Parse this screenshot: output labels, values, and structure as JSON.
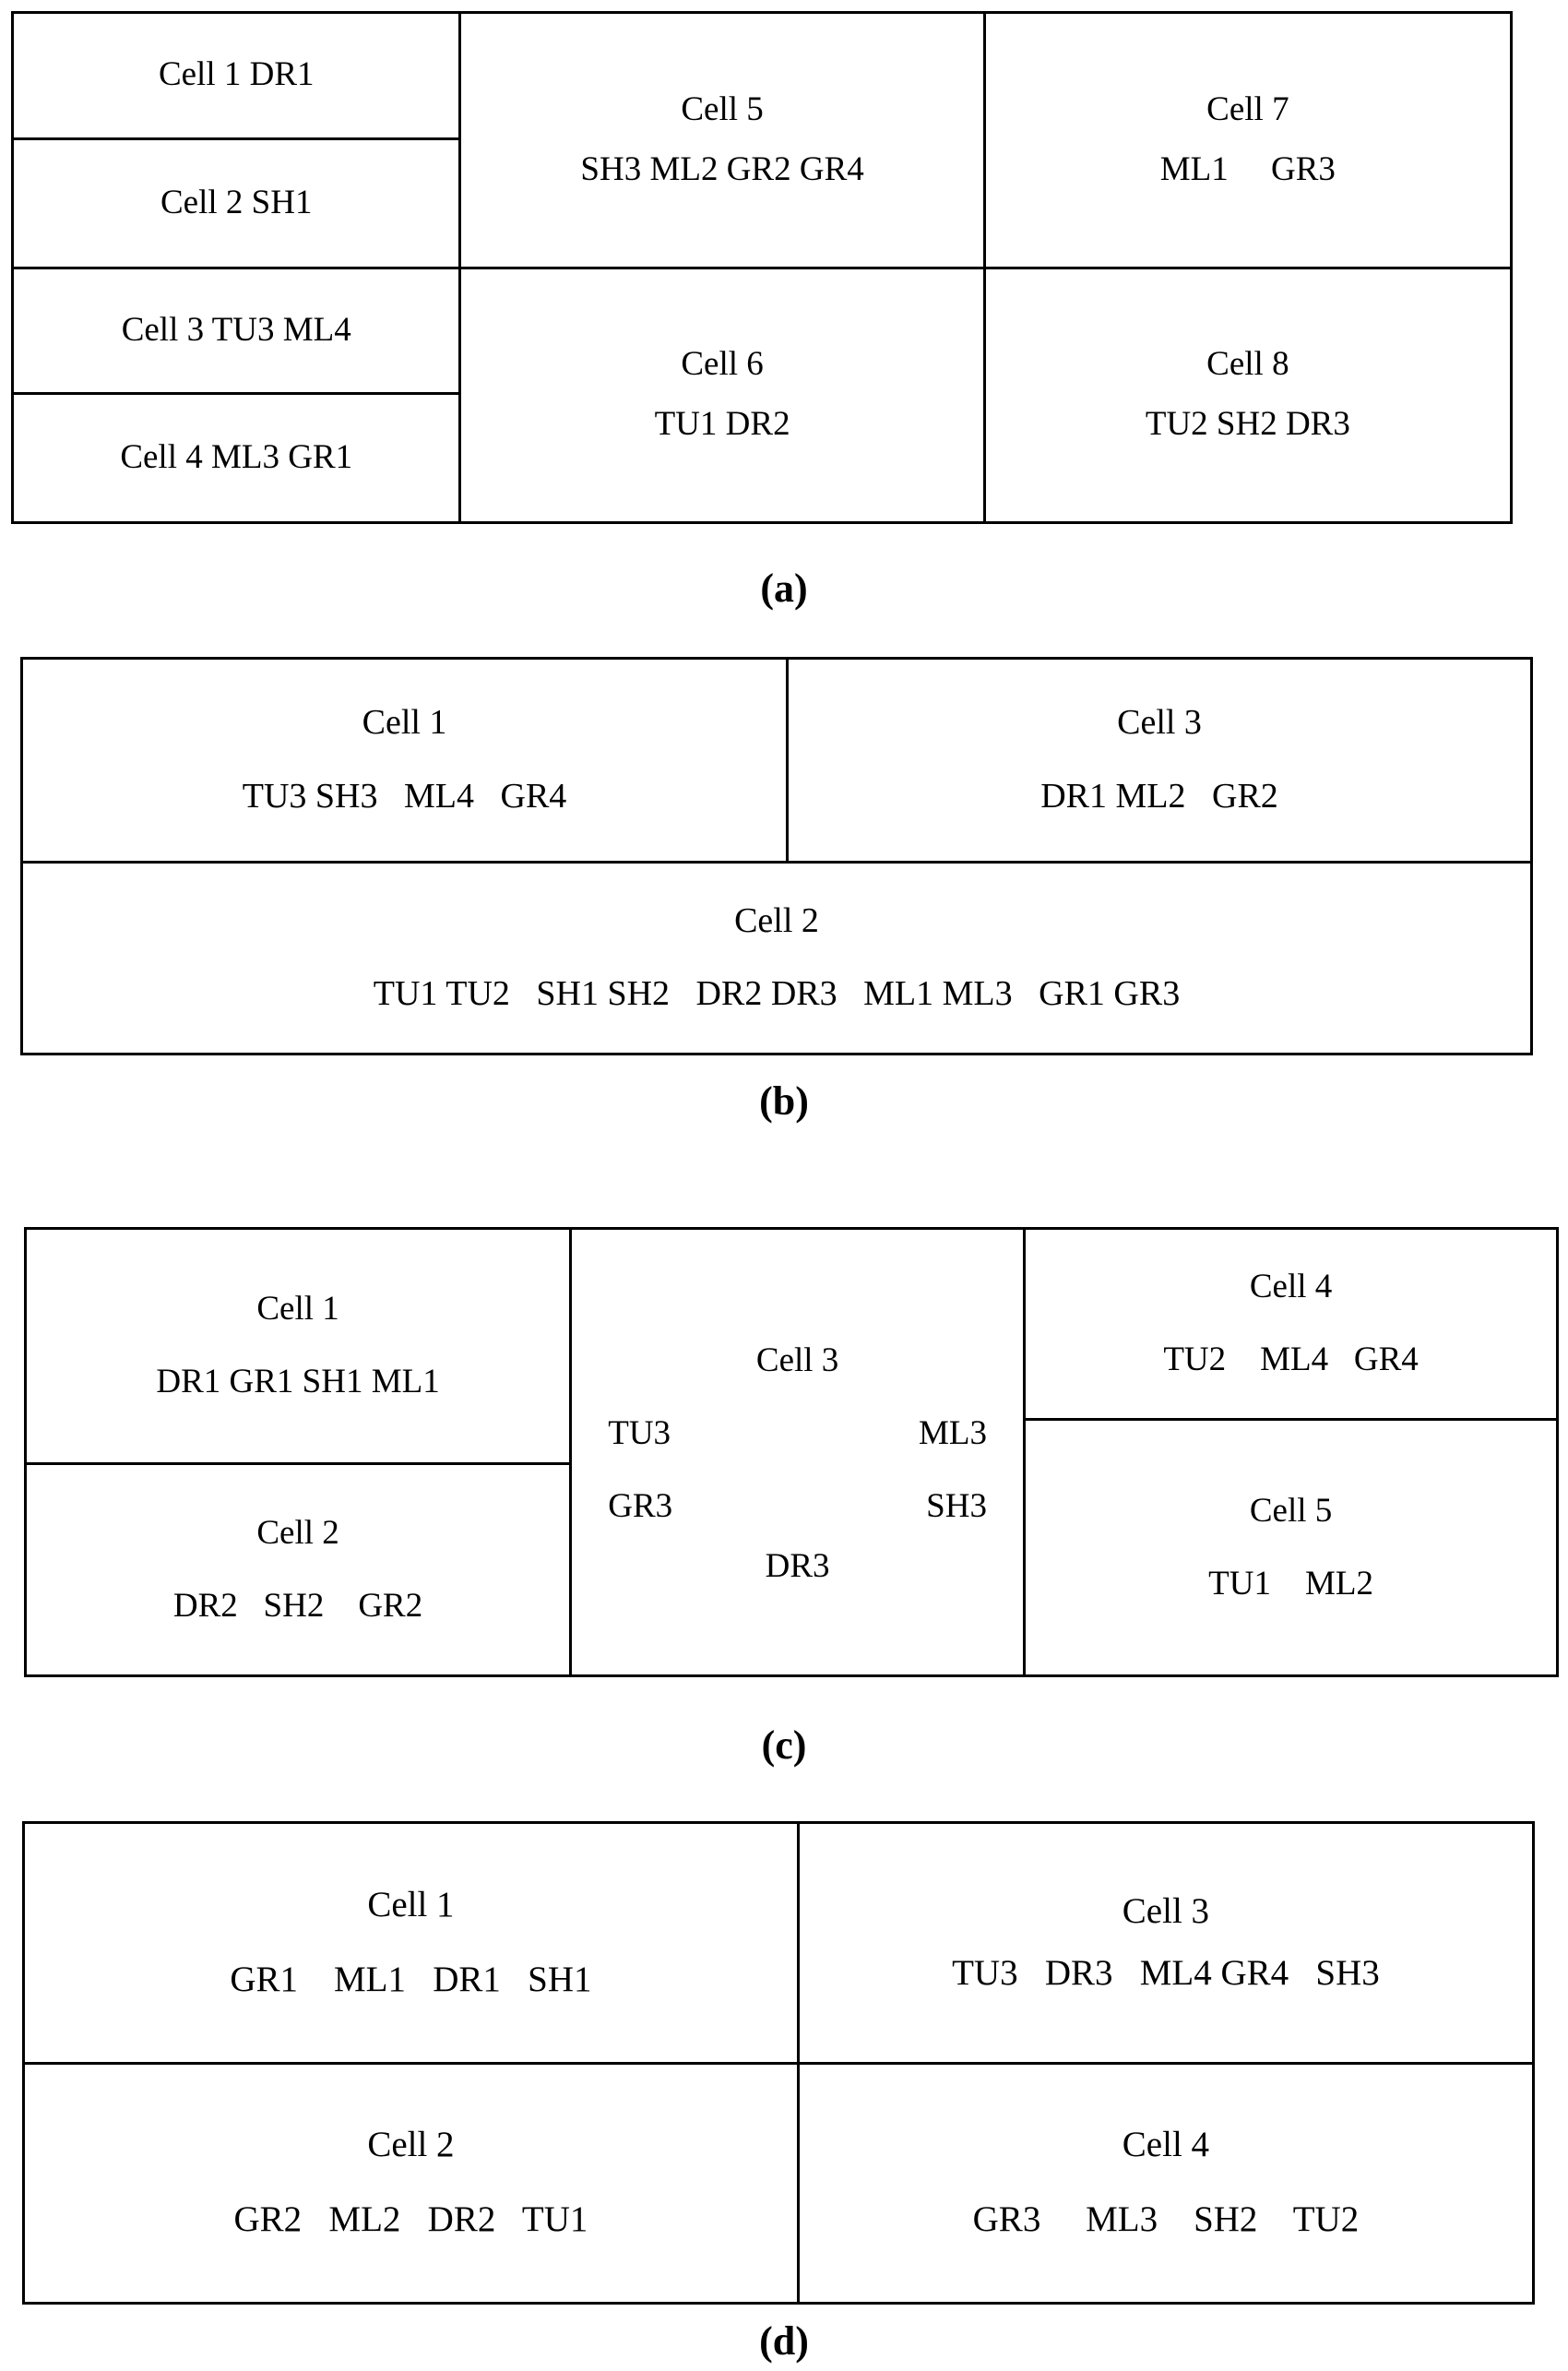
{
  "figure": {
    "panels": [
      {
        "id": "a",
        "caption": "(a)",
        "cells": [
          {
            "title": "Cell 1 DR1",
            "items": ""
          },
          {
            "title": "Cell 2 SH1",
            "items": ""
          },
          {
            "title": "Cell 3 TU3 ML4",
            "items": ""
          },
          {
            "title": "Cell 4 ML3 GR1",
            "items": ""
          },
          {
            "title": "Cell 5",
            "items": "SH3 ML2 GR2 GR4"
          },
          {
            "title": "Cell 6",
            "items": "TU1 DR2"
          },
          {
            "title": "Cell 7",
            "items": "ML1     GR3"
          },
          {
            "title": "Cell 8",
            "items": "TU2 SH2 DR3"
          }
        ]
      },
      {
        "id": "b",
        "caption": "(b)",
        "cells": [
          {
            "title": "Cell 1",
            "items": "TU3 SH3   ML4   GR4"
          },
          {
            "title": "Cell 3",
            "items": "DR1 ML2   GR2"
          },
          {
            "title": "Cell 2",
            "items": "TU1 TU2   SH1 SH2   DR2 DR3   ML1 ML3   GR1 GR3"
          }
        ]
      },
      {
        "id": "c",
        "caption": "(c)",
        "cells": [
          {
            "title": "Cell 1",
            "items": "DR1 GR1 SH1 ML1"
          },
          {
            "title": "Cell 2",
            "items": "DR2   SH2    GR2"
          },
          {
            "title": "Cell 3",
            "items": "TU3 ML3 GR3 SH3 DR3"
          },
          {
            "title": "Cell 4",
            "items": "TU2    ML4   GR4"
          },
          {
            "title": "Cell 5",
            "items": "TU1    ML2"
          }
        ],
        "cell3_layout": {
          "row1_left": "TU3",
          "row1_right": "ML3",
          "row2_left": "GR3",
          "row2_right": "SH3",
          "row3_center": "DR3"
        }
      },
      {
        "id": "d",
        "caption": "(d)",
        "cells": [
          {
            "title": "Cell 1",
            "items": "GR1    ML1   DR1   SH1"
          },
          {
            "title": "Cell 3",
            "items": "TU3   DR3   ML4 GR4   SH3"
          },
          {
            "title": "Cell 2",
            "items": "GR2   ML2   DR2   TU1"
          },
          {
            "title": "Cell 4",
            "items": "GR3     ML3    SH2    TU2"
          }
        ]
      }
    ]
  },
  "colors": {
    "line": "#000000",
    "background": "#ffffff",
    "text": "#000000"
  }
}
